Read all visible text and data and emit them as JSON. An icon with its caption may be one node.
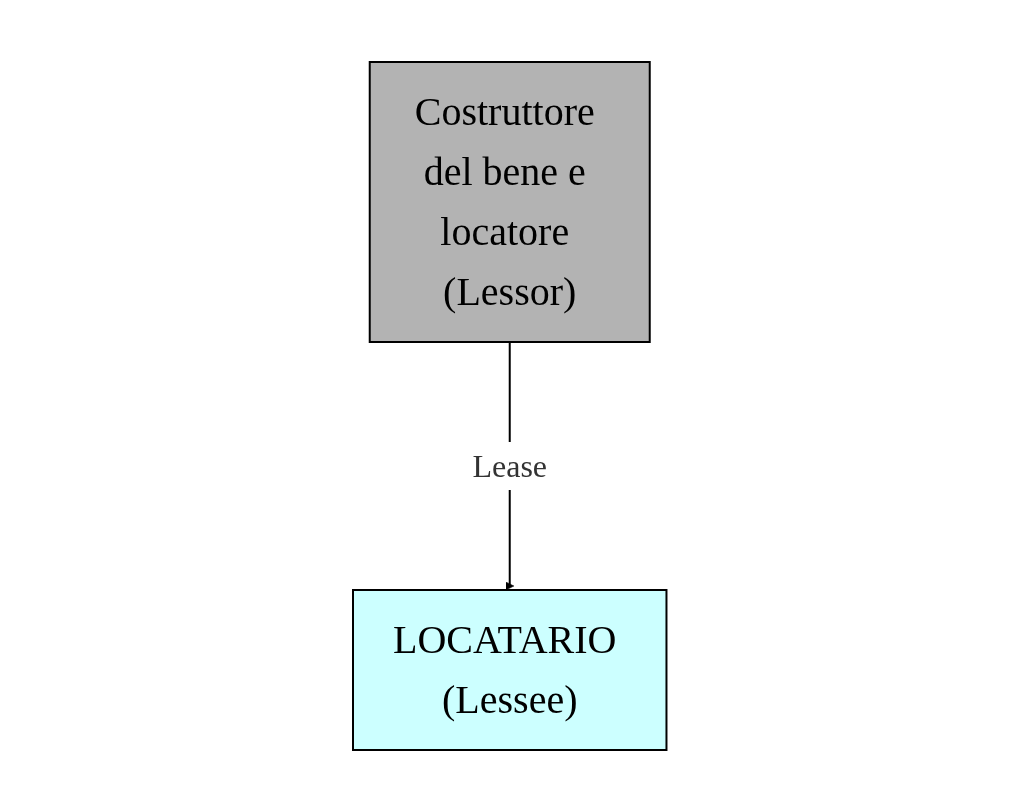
{
  "diagram": {
    "nodes": [
      {
        "text": [
          "Costruttore del bene e locatore (Lessor)"
        ]
      },
      {
        "text": [
          "LOCATARIO (Lessee)"
        ]
      }
    ],
    "edges": [
      {
        "from": 0,
        "to": 1,
        "arrow": "to",
        "label": "Lease"
      }
    ]
  }
}
